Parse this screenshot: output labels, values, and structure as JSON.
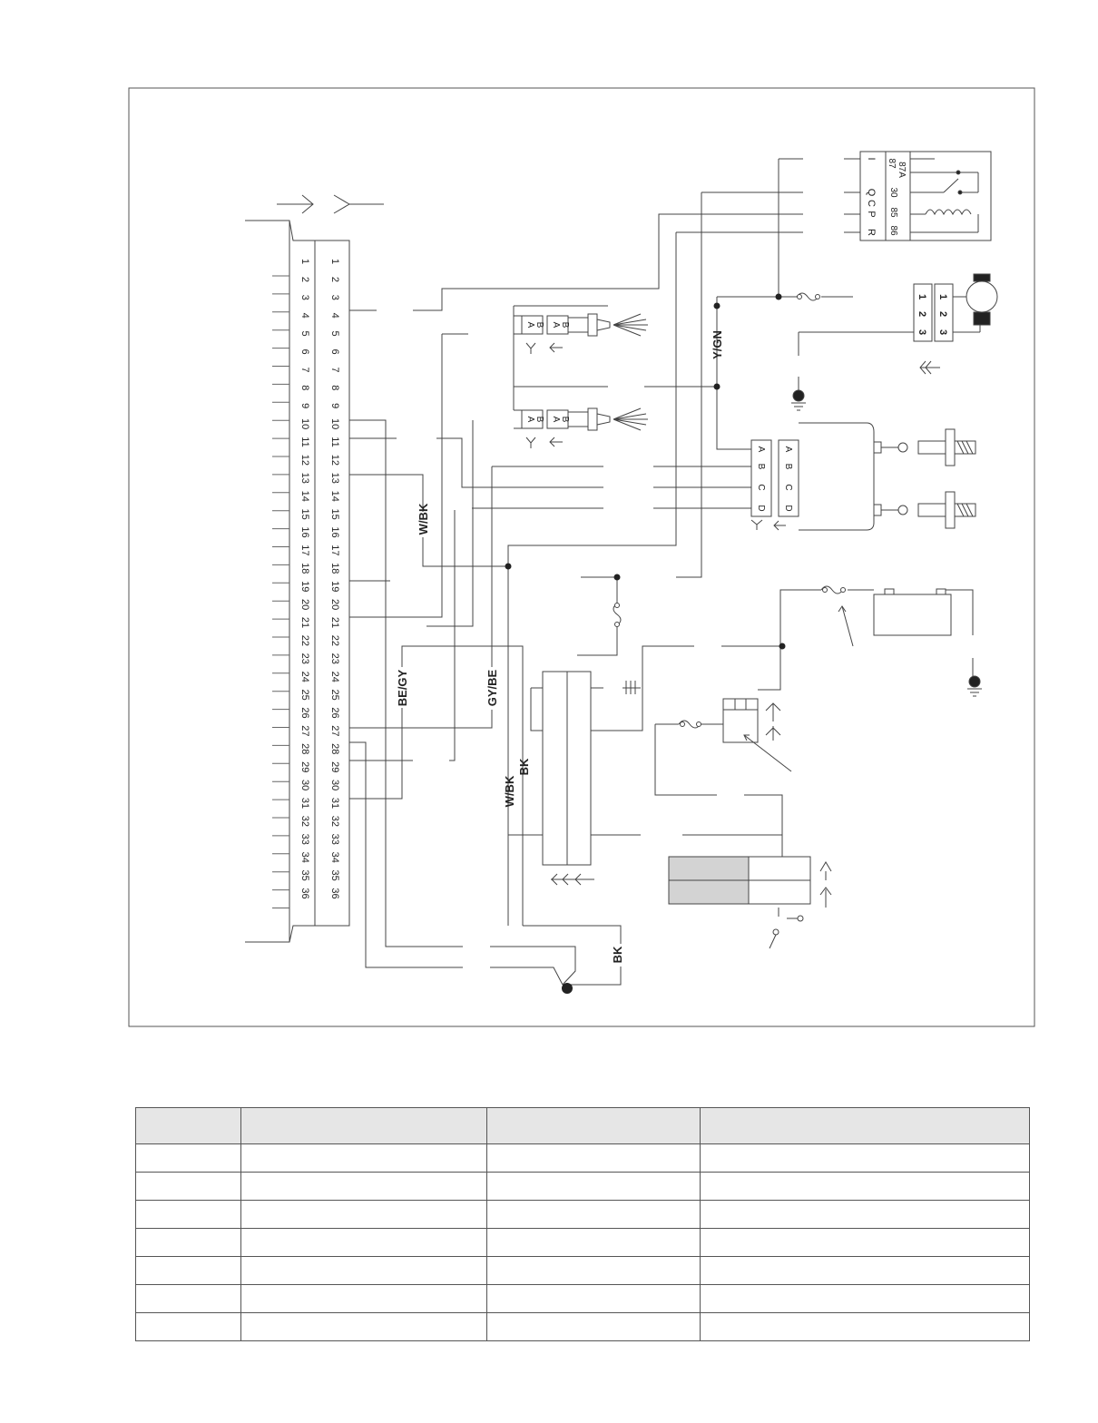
{
  "diagram": {
    "pin_numbers": [
      "1",
      "2",
      "3",
      "4",
      "5",
      "6",
      "7",
      "8",
      "9",
      "10",
      "11",
      "12",
      "13",
      "14",
      "15",
      "16",
      "17",
      "18",
      "19",
      "20",
      "21",
      "22",
      "23",
      "24",
      "25",
      "26",
      "27",
      "28",
      "29",
      "30",
      "31",
      "32",
      "33",
      "34",
      "35",
      "36"
    ],
    "wire_colors": {
      "y_gn": "Y/GN",
      "w_bk_upper": "W/BK",
      "be_gy": "BE/GY",
      "gy_be": "GY/BE",
      "w_bk_lower": "W/BK",
      "bk_lower": "BK",
      "bk_ground": "BK"
    },
    "connector_letters": {
      "sensor": [
        "A",
        "B"
      ],
      "coil": [
        "A",
        "B",
        "C",
        "D"
      ]
    },
    "relay": {
      "outer_pins": [
        "I",
        "Q",
        "C",
        "P",
        "R"
      ],
      "inner_pins_top": [
        "87",
        "87A"
      ],
      "inner_pins": [
        "30",
        "85",
        "86"
      ]
    },
    "motor_pins": [
      "1",
      "2",
      "3"
    ]
  },
  "table": {
    "columns": 4,
    "body_rows": 7
  }
}
